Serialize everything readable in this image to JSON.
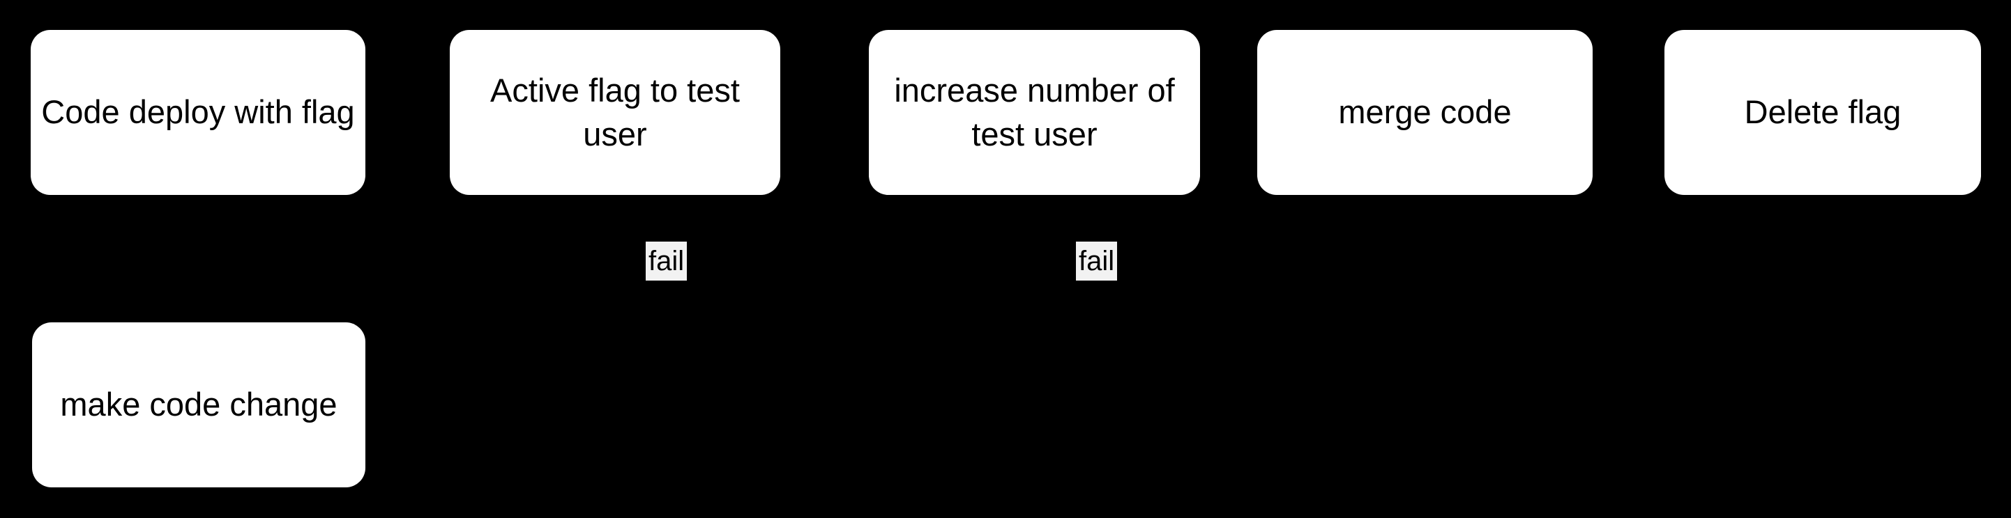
{
  "diagram": {
    "type": "flowchart",
    "direction": "left-to-right",
    "colors": {
      "background": "#000000",
      "node_fill": "#ffffff",
      "node_text": "#000000",
      "edge_label_bg": "#f2f2f2",
      "edge_label_text": "#000000"
    },
    "nodes": [
      {
        "id": "code-deploy-with-flag",
        "label": "Code deploy with flag"
      },
      {
        "id": "active-flag-to-test-user",
        "label": "Active flag to test\nuser"
      },
      {
        "id": "increase-number-of-test-user",
        "label": "increase number of\ntest user"
      },
      {
        "id": "merge-code",
        "label": "merge code"
      },
      {
        "id": "delete-flag",
        "label": "Delete flag"
      },
      {
        "id": "make-code-change",
        "label": "make code change"
      }
    ],
    "edge_labels": [
      {
        "text": "fail"
      },
      {
        "text": "fail"
      }
    ]
  }
}
